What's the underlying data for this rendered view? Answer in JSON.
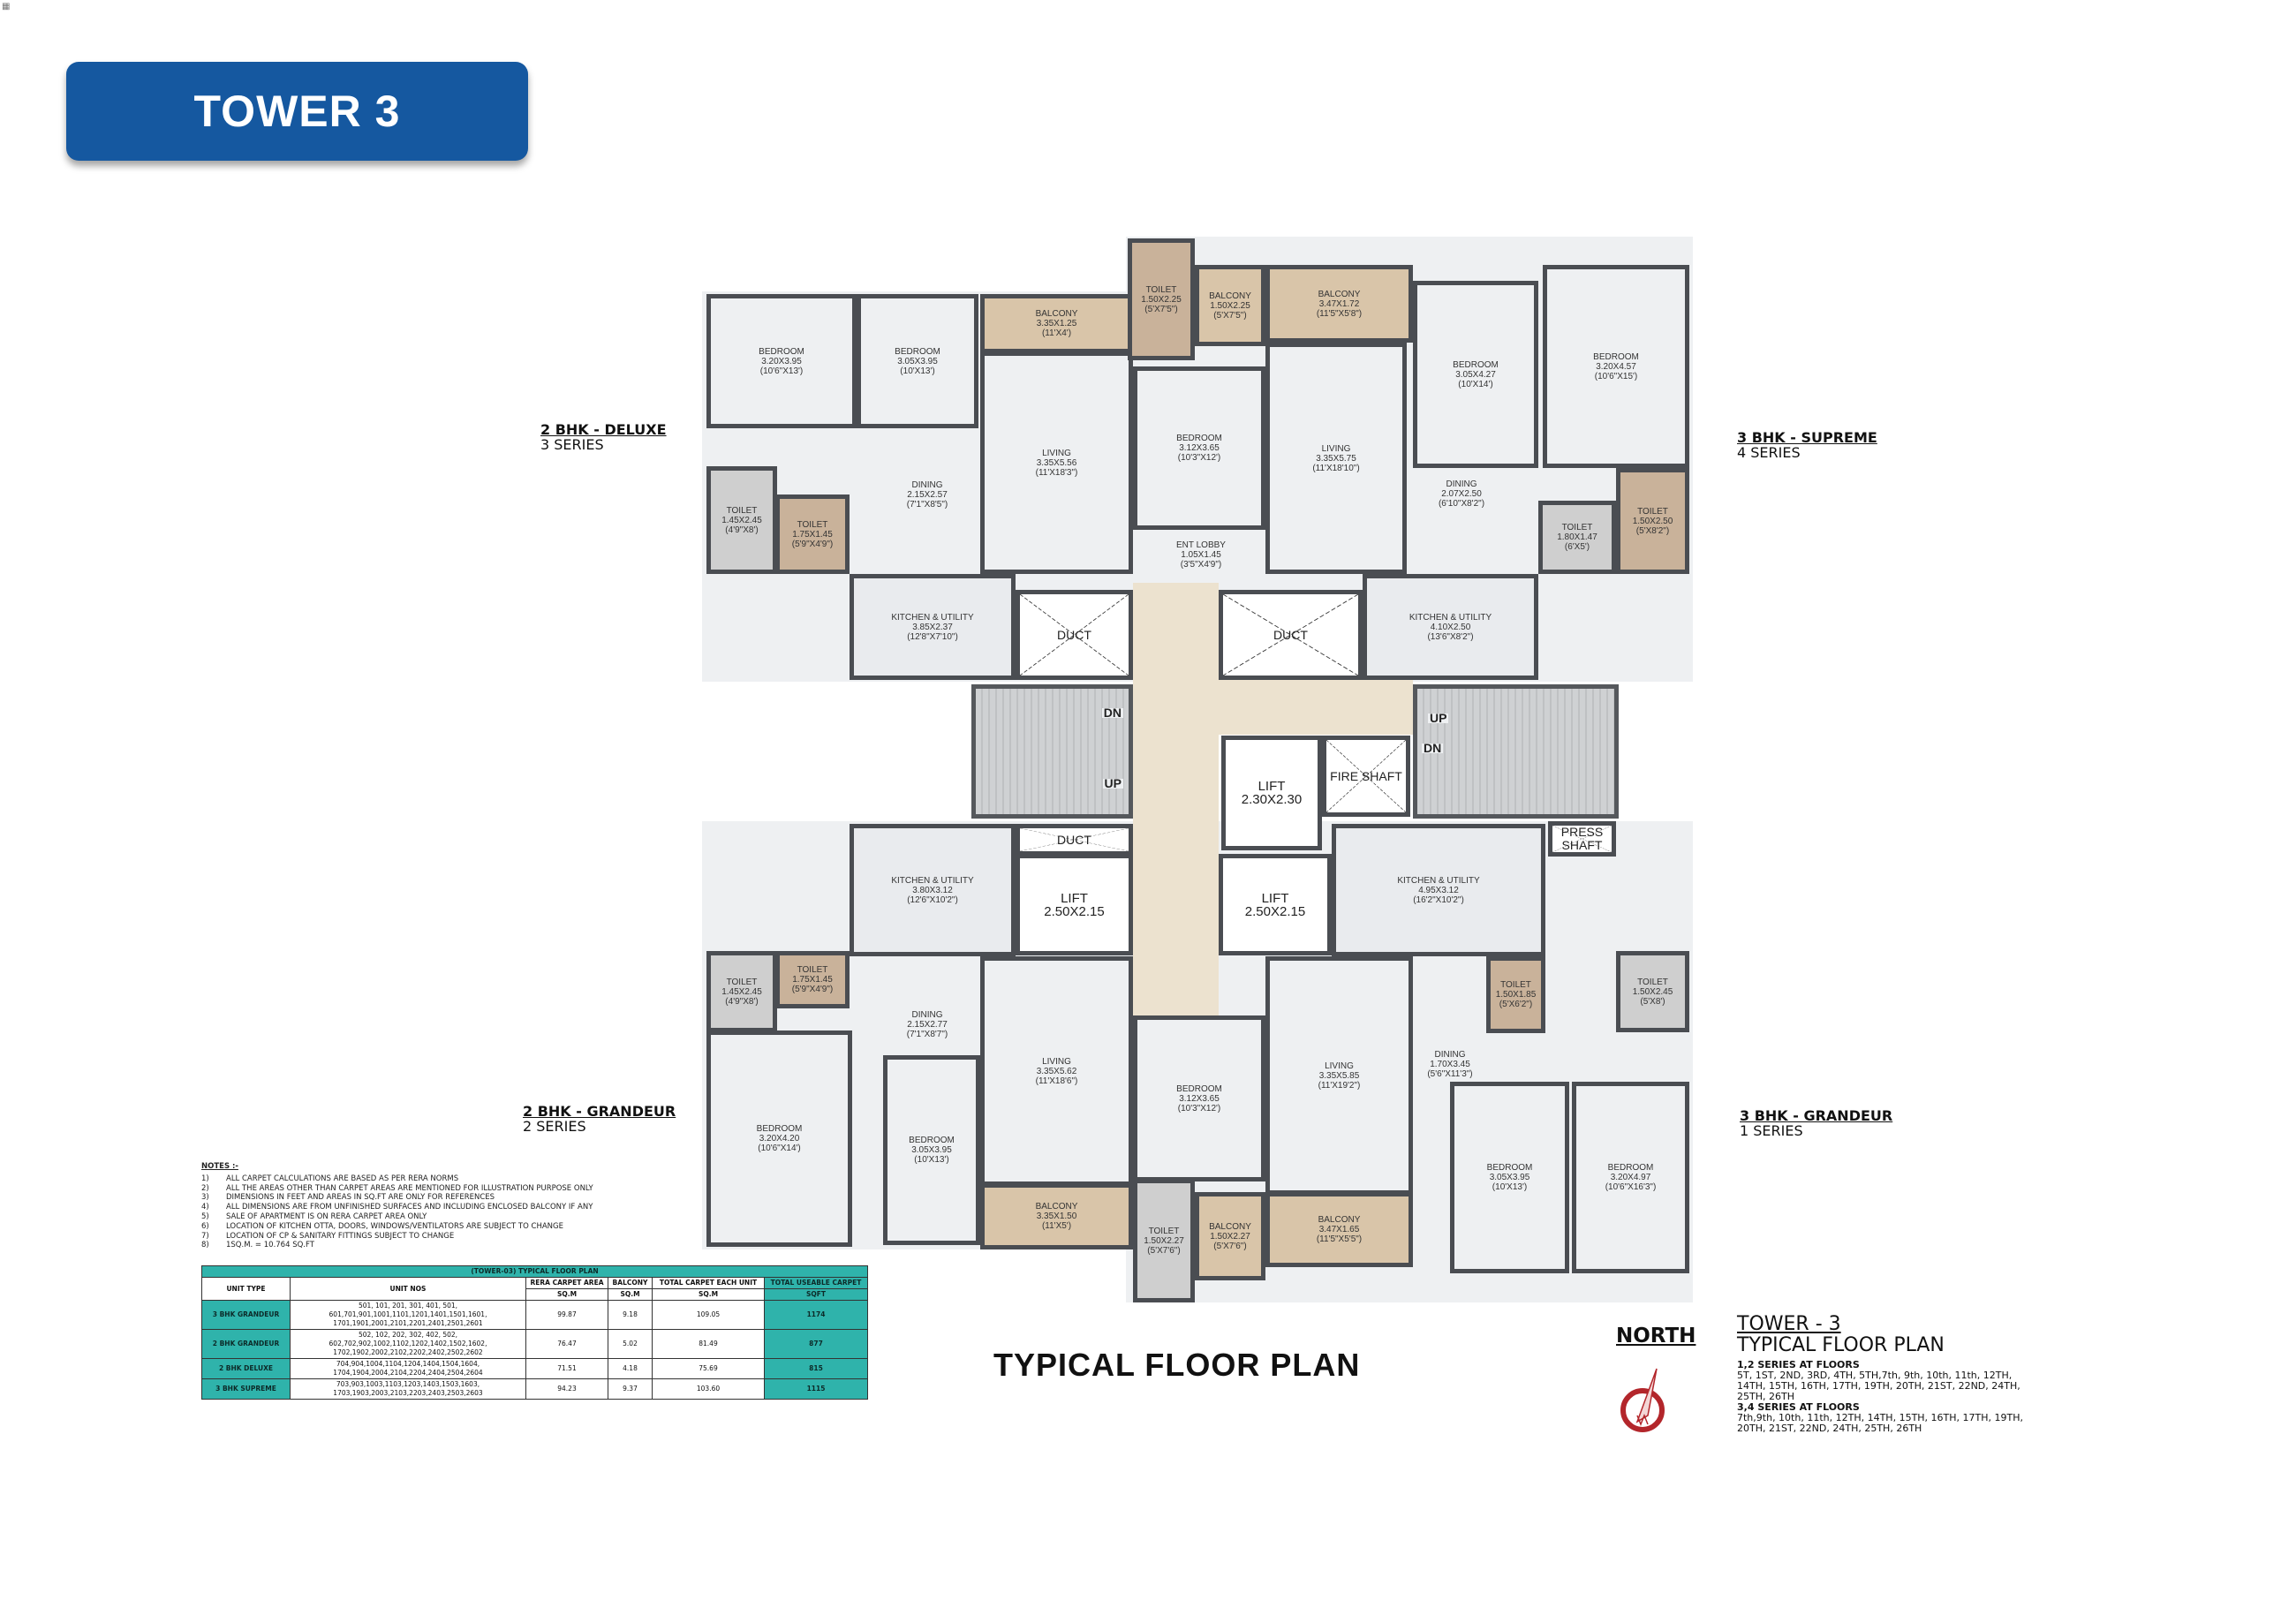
{
  "header": {
    "title": "TOWER 3"
  },
  "unit_labels": [
    {
      "type": "2 BHK - DELUXE",
      "series": "3 SERIES"
    },
    {
      "type": "3 BHK - SUPREME",
      "series": "4 SERIES"
    },
    {
      "type": "2 BHK - GRANDEUR",
      "series": "2 SERIES"
    },
    {
      "type": "3 BHK - GRANDEUR",
      "series": "1 SERIES"
    }
  ],
  "plan": {
    "colors": {
      "wall": "#4a4d52",
      "floor": "#eef0f2",
      "balcony": "#d9c5a9",
      "corridor": "#ece2cf"
    },
    "rooms": [
      {
        "name": "BEDROOM",
        "dim": "3.20X3.95",
        "ft": "(10'6\"X13')"
      },
      {
        "name": "BEDROOM",
        "dim": "3.05X3.95",
        "ft": "(10'X13')"
      },
      {
        "name": "TOILET",
        "dim": "1.45X2.45",
        "ft": "(4'9\"X8')"
      },
      {
        "name": "TOILET",
        "dim": "1.75X1.45",
        "ft": "(5'9\"X4'9\")"
      },
      {
        "name": "DINING",
        "dim": "2.15X2.57",
        "ft": "(7'1\"X8'5\")"
      },
      {
        "name": "KITCHEN & UTILITY",
        "dim": "3.85X2.37",
        "ft": "(12'8\"X7'10\")"
      },
      {
        "name": "BALCONY",
        "dim": "3.35X1.25",
        "ft": "(11'X4')"
      },
      {
        "name": "LIVING",
        "dim": "3.35X5.56",
        "ft": "(11'X18'3\")"
      },
      {
        "name": "DUCT"
      },
      {
        "name": "TOILET",
        "dim": "1.50X2.25",
        "ft": "(5'X7'5\")"
      },
      {
        "name": "BALCONY",
        "dim": "1.50X2.25",
        "ft": "(5'X7'5\")"
      },
      {
        "name": "BALCONY",
        "dim": "3.47X1.72",
        "ft": "(11'5\"X5'8\")"
      },
      {
        "name": "BEDROOM",
        "dim": "3.12X3.65",
        "ft": "(10'3\"X12')"
      },
      {
        "name": "ENT LOBBY",
        "dim": "1.05X1.45",
        "ft": "(3'5\"X4'9\")"
      },
      {
        "name": "LIVING",
        "dim": "3.35X5.75",
        "ft": "(11'X18'10\")"
      },
      {
        "name": "BEDROOM",
        "dim": "3.05X4.27",
        "ft": "(10'X14')"
      },
      {
        "name": "BEDROOM",
        "dim": "3.20X4.57",
        "ft": "(10'6\"X15')"
      },
      {
        "name": "DINING",
        "dim": "2.07X2.50",
        "ft": "(6'10\"X8'2\")"
      },
      {
        "name": "TOILET",
        "dim": "1.80X1.47",
        "ft": "(6'X5')"
      },
      {
        "name": "TOILET",
        "dim": "1.50X2.50",
        "ft": "(5'X8'2\")"
      },
      {
        "name": "KITCHEN & UTILITY",
        "dim": "4.10X2.50",
        "ft": "(13'6\"X8'2\")"
      },
      {
        "name": "DUCT"
      },
      {
        "name": "",
        "up": "UP",
        "dn": "DN"
      },
      {
        "name": ""
      },
      {
        "name": "LIFT",
        "dim": "2.30X2.30"
      },
      {
        "name": "FIRE SHAFT"
      },
      {
        "name": "",
        "up": "UP",
        "dn": "DN"
      },
      {
        "name": "PRESS SHAFT"
      },
      {
        "name": "DUCT"
      },
      {
        "name": "LIFT",
        "dim": "2.50X2.15"
      },
      {
        "name": "KITCHEN & UTILITY",
        "dim": "3.80X3.12",
        "ft": "(12'6\"X10'2\")"
      },
      {
        "name": "TOILET",
        "dim": "1.45X2.45",
        "ft": "(4'9\"X8')"
      },
      {
        "name": "TOILET",
        "dim": "1.75X1.45",
        "ft": "(5'9\"X4'9\")"
      },
      {
        "name": "DINING",
        "dim": "2.15X2.77",
        "ft": "(7'1\"X8'7\")"
      },
      {
        "name": "LIVING",
        "dim": "3.35X5.62",
        "ft": "(11'X18'6\")"
      },
      {
        "name": "BEDROOM",
        "dim": "3.20X4.20",
        "ft": "(10'6\"X14')"
      },
      {
        "name": "BEDROOM",
        "dim": "3.05X3.95",
        "ft": "(10'X13')"
      },
      {
        "name": "BALCONY",
        "dim": "3.35X1.50",
        "ft": "(11'X5')"
      },
      {
        "name": "LIFT",
        "dim": "2.50X2.15"
      },
      {
        "name": "KITCHEN & UTILITY",
        "dim": "4.95X3.12",
        "ft": "(16'2\"X10'2\")"
      },
      {
        "name": "LIVING",
        "dim": "3.35X5.85",
        "ft": "(11'X19'2\")"
      },
      {
        "name": "BEDROOM",
        "dim": "3.12X3.65",
        "ft": "(10'3\"X12')"
      },
      {
        "name": "TOILET",
        "dim": "1.50X2.27",
        "ft": "(5'X7'6\")"
      },
      {
        "name": "BALCONY",
        "dim": "1.50X2.27",
        "ft": "(5'X7'6\")"
      },
      {
        "name": "BALCONY",
        "dim": "3.47X1.65",
        "ft": "(11'5\"X5'5\")"
      },
      {
        "name": "TOILET",
        "dim": "1.50X1.85",
        "ft": "(5'X6'2\")"
      },
      {
        "name": "DINING",
        "dim": "1.70X3.45",
        "ft": "(5'6\"X11'3\")"
      },
      {
        "name": "TOILET",
        "dim": "1.50X2.45",
        "ft": "(5'X8')"
      },
      {
        "name": "BEDROOM",
        "dim": "3.05X3.95",
        "ft": "(10'X13')"
      },
      {
        "name": "BEDROOM",
        "dim": "3.20X4.97",
        "ft": "(10'6\"X16'3\")"
      }
    ]
  },
  "notes": {
    "heading": "NOTES :-",
    "items": [
      {
        "n": "1)",
        "text": "ALL CARPET CALCULATIONS ARE BASED AS PER RERA NORMS"
      },
      {
        "n": "2)",
        "text": "ALL THE AREAS OTHER THAN CARPET AREAS ARE MENTIONED FOR ILLUSTRATION PURPOSE ONLY"
      },
      {
        "n": "3)",
        "text": "DIMENSIONS IN FEET AND AREAS IN SQ.FT ARE ONLY FOR REFERENCES"
      },
      {
        "n": "4)",
        "text": "ALL DIMENSIONS ARE FROM UNFINISHED SURFACES AND INCLUDING ENCLOSED BALCONY IF ANY"
      },
      {
        "n": "5)",
        "text": "SALE OF APARTMENT IS ON RERA CARPET AREA ONLY"
      },
      {
        "n": "6)",
        "text": "LOCATION OF KITCHEN OTTA, DOORS, WINDOWS/VENTILATORS ARE SUBJECT TO CHANGE"
      },
      {
        "n": "7)",
        "text": "LOCATION OF CP & SANITARY FITTINGS SUBJECT TO CHANGE"
      },
      {
        "n": "8)",
        "text": "1SQ.M. = 10.764 SQ.FT"
      }
    ]
  },
  "area_table": {
    "title": "(TOWER-03) TYPICAL FLOOR PLAN",
    "headers": {
      "unit_type": "UNIT TYPE",
      "unit_nos": "UNIT NOS",
      "rera": "RERA CARPET AREA",
      "balcony": "BALCONY",
      "total": "TOTAL CARPET EACH UNIT",
      "usable": "TOTAL USEABLE CARPET"
    },
    "units": {
      "rera": "SQ.M",
      "balcony": "SQ.M",
      "total": "SQ.M",
      "usable": "SQFT"
    },
    "rows": [
      {
        "type": "3 BHK GRANDEUR",
        "nos": [
          "501, 101, 201, 301, 401, 501,",
          "601,701,901,1001,1101,1201,1401,1501,1601,",
          "1701,1901,2001,2101,2201,2401,2501,2601"
        ],
        "rera": "99.87",
        "balcony": "9.18",
        "total": "109.05",
        "usable": "1174"
      },
      {
        "type": "2 BHK GRANDEUR",
        "nos": [
          "502, 102, 202, 302, 402, 502,",
          "602,702,902,1002,1102,1202,1402,1502,1602,",
          "1702,1902,2002,2102,2202,2402,2502,2602"
        ],
        "rera": "76.47",
        "balcony": "5.02",
        "total": "81.49",
        "usable": "877"
      },
      {
        "type": "2 BHK DELUXE",
        "nos": [
          "704,904,1004,1104,1204,1404,1504,1604,",
          "1704,1904,2004,2104,2204,2404,2504,2604"
        ],
        "rera": "71.51",
        "balcony": "4.18",
        "total": "75.69",
        "usable": "815"
      },
      {
        "type": "3 BHK SUPREME",
        "nos": [
          "703,903,1003,1103,1203,1403,1503,1603,",
          "1703,1903,2003,2103,2203,2403,2503,2603"
        ],
        "rera": "94.23",
        "balcony": "9.37",
        "total": "103.60",
        "usable": "1115"
      }
    ],
    "colors": {
      "teal": "#2fb3ab"
    }
  },
  "footer": {
    "typical": "TYPICAL FLOOR PLAN",
    "north": "NORTH",
    "compass_icon": "compass-north-icon",
    "tower_title": "TOWER - 3",
    "tower_subtitle": "TYPICAL FLOOR PLAN",
    "series12_heading": "1,2 SERIES AT FLOORS",
    "series12_floors": "5T, 1ST, 2ND, 3RD, 4TH, 5TH,7th, 9th, 10th, 11th, 12TH, 14TH, 15TH, 16TH, 17TH, 19TH, 20TH, 21ST, 22ND, 24TH, 25TH, 26TH",
    "series34_heading": "3,4 SERIES AT FLOORS",
    "series34_floors": "7th,9th, 10th, 11th, 12TH, 14TH, 15TH, 16TH, 17TH, 19TH, 20TH, 21ST, 22ND, 24TH, 25TH, 26TH"
  },
  "brand_color": "#1558a0"
}
